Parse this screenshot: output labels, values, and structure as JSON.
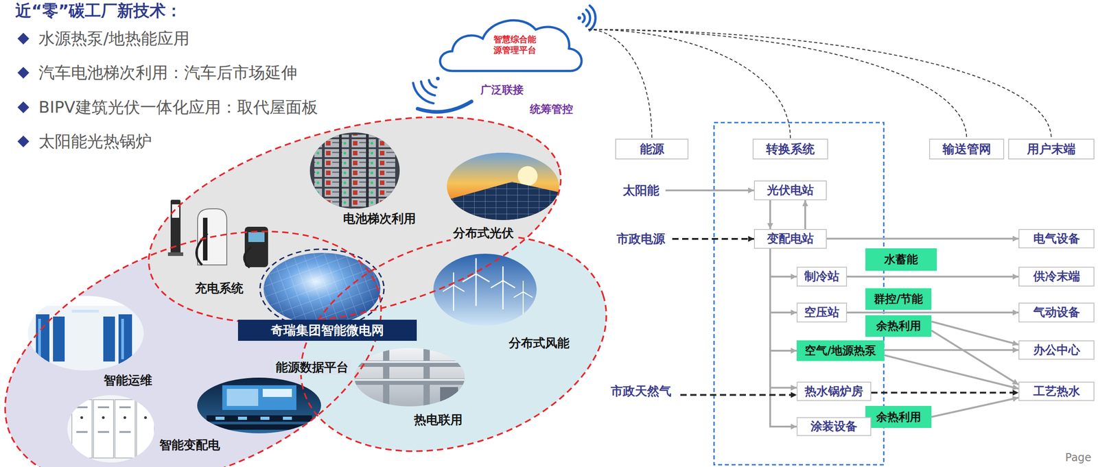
{
  "diagram": {
    "title": "近“零”碳工厂新技术：",
    "nodes": [
      {
        "text": [
          "智慧综合能 源管理平台"
        ]
      },
      {
        "text": [
          "奇瑞集团智能微电网"
        ]
      },
      {
        "text": [
          "能源"
        ]
      },
      {
        "text": [
          "转换系统"
        ]
      },
      {
        "text": [
          "输送管网"
        ]
      },
      {
        "text": [
          "用户末端"
        ]
      },
      {
        "text": [
          "太阳能"
        ]
      },
      {
        "text": [
          "光伏电站"
        ]
      },
      {
        "text": [
          "市政电源"
        ]
      },
      {
        "text": [
          "变配电站"
        ]
      },
      {
        "text": [
          "电气设备"
        ]
      },
      {
        "text": [
          "水蓄能"
        ]
      },
      {
        "text": [
          "制冷站"
        ]
      },
      {
        "text": [
          "供冷末端"
        ]
      },
      {
        "text": [
          "群控/节能"
        ]
      },
      {
        "text": [
          "空压站"
        ]
      },
      {
        "text": [
          "余热利用"
        ]
      },
      {
        "text": [
          "气动设备"
        ]
      },
      {
        "text": [
          "空气/地源热泵"
        ]
      },
      {
        "text": [
          "办公中心"
        ]
      },
      {
        "text": [
          "市政天然气"
        ]
      },
      {
        "text": [
          "热水锅炉房"
        ]
      },
      {
        "text": [
          "工艺热水"
        ]
      },
      {
        "text": [
          "余热利用"
        ]
      },
      {
        "text": [
          "涂装设备"
        ]
      }
    ],
    "edges": [
      {
        "from": 0,
        "to": 2,
        "arrow": "none"
      },
      {
        "from": 0,
        "to": 3,
        "arrow": "none"
      },
      {
        "from": 0,
        "to": 4,
        "arrow": "none"
      },
      {
        "from": 0,
        "to": 5,
        "arrow": "none"
      },
      {
        "from": 6,
        "to": 7,
        "arrow": "to"
      },
      {
        "from": 7,
        "to": 9,
        "arrow": "to"
      },
      {
        "from": 9,
        "to": 7,
        "arrow": "to"
      },
      {
        "from": 8,
        "to": 9,
        "arrow": "to"
      },
      {
        "from": 9,
        "to": 10,
        "arrow": "to"
      },
      {
        "from": 9,
        "to": 12,
        "arrow": "to"
      },
      {
        "from": 9,
        "to": 15,
        "arrow": "to"
      },
      {
        "from": 9,
        "to": 18,
        "arrow": "to"
      },
      {
        "from": 9,
        "to": 21,
        "arrow": "to"
      },
      {
        "from": 9,
        "to": 24,
        "arrow": "to"
      },
      {
        "from": 12,
        "to": 13,
        "arrow": "to"
      },
      {
        "from": 15,
        "to": 17,
        "arrow": "to"
      },
      {
        "from": 16,
        "to": 19,
        "arrow": "to"
      },
      {
        "from": 16,
        "to": 22,
        "arrow": "to"
      },
      {
        "from": 18,
        "to": 19,
        "arrow": "to"
      },
      {
        "from": 18,
        "to": 22,
        "arrow": "to"
      },
      {
        "from": 20,
        "to": 21,
        "arrow": "to"
      },
      {
        "from": 21,
        "to": 22,
        "arrow": "to"
      },
      {
        "from": 23,
        "to": 22,
        "arrow": "to"
      }
    ],
    "labels": [
      "水源热泵/地热能应用",
      "汽车电池梯次利用：汽车后市场延伸",
      "BIPV建筑光伏一体化应用：取代屋面板",
      "太阳能光热锅炉",
      "广泛联接",
      "统筹管控",
      "电池梯次利用",
      "分布式光伏",
      "充电系统",
      "分布式风能",
      "智能运维",
      "能源数据平台",
      "热电联用",
      "智能变配电",
      "Page"
    ]
  }
}
